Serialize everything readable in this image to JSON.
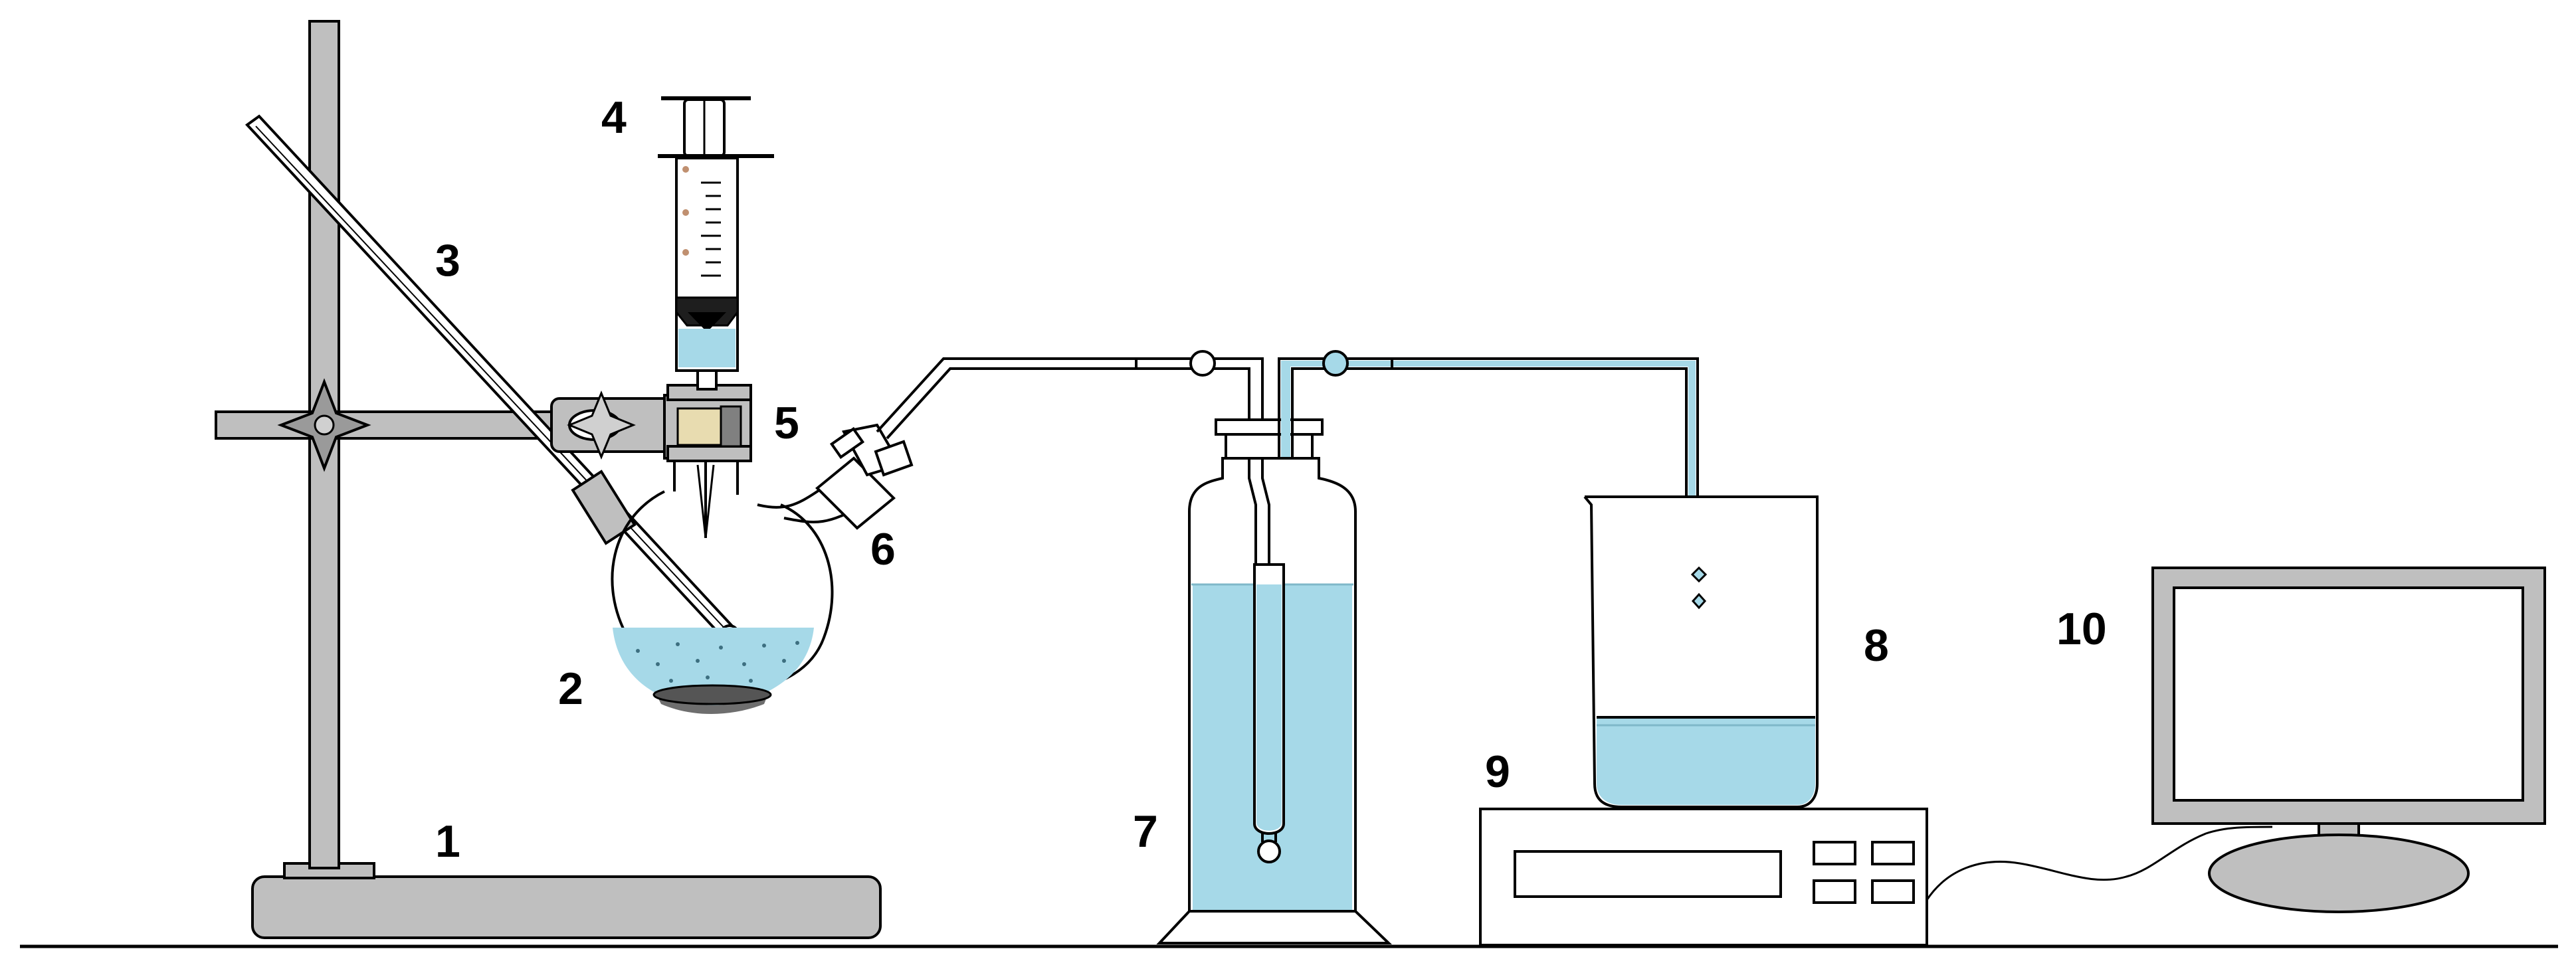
{
  "labels": {
    "l1": "1",
    "l2": "2",
    "l3": "3",
    "l4": "4",
    "l5": "5",
    "l6": "6",
    "l7": "7",
    "l8": "8",
    "l9": "9",
    "l10": "10"
  },
  "colors": {
    "liquid": "#a6d9e8",
    "metal": "#bfbfbf",
    "metal_dark": "#808080",
    "sediment": "#6e6e6e",
    "stopper": "#e8dcb0",
    "outline": "#000000"
  }
}
